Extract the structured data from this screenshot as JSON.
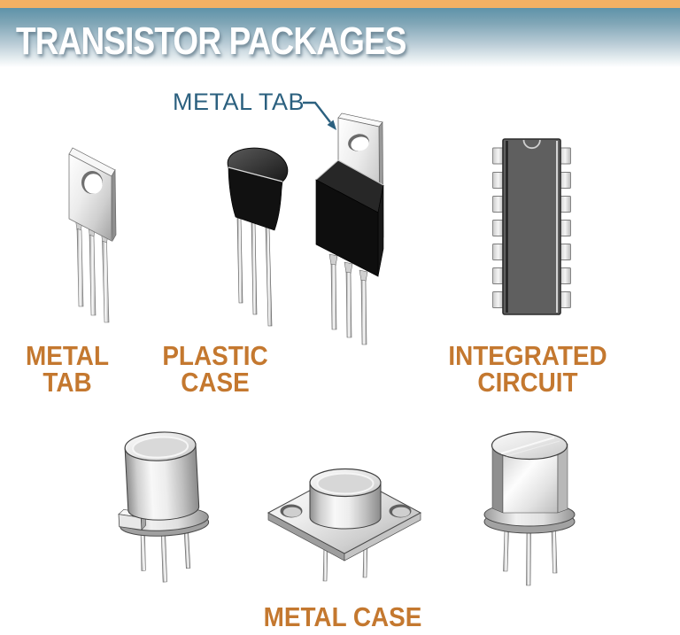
{
  "header": {
    "title": "TRANSISTOR PACKAGES",
    "bar_color": "#F3B164",
    "gradient_top_color": "#5E93A9",
    "title_color": "#FFFFFF"
  },
  "callout": {
    "label": "METAL TAB",
    "color": "#2B607F",
    "points_to": "metal tab of plastic-case power transistor"
  },
  "packages": {
    "label_color": "#C4782F",
    "items": [
      {
        "id": "metal-tab",
        "label": "METAL\nTAB"
      },
      {
        "id": "plastic-case",
        "label": "PLASTIC\nCASE"
      },
      {
        "id": "integrated-circuit",
        "label": "INTEGRATED\nCIRCUIT"
      },
      {
        "id": "metal-case",
        "label": "METAL CASE"
      }
    ]
  },
  "illustrations": [
    "metal-tab flat package with mounting hole and three leads",
    "small plastic case transistor (three leads)",
    "plastic case power transistor with metal tab and mounting hole",
    "dual-in-line integrated circuit with 14 pins and index notch",
    "metal can transistor with locating tab and three leads",
    "diamond-flange metal case power transistor with two mounting holes and two leads",
    "faceted metal can transistor with flange and three leads"
  ]
}
